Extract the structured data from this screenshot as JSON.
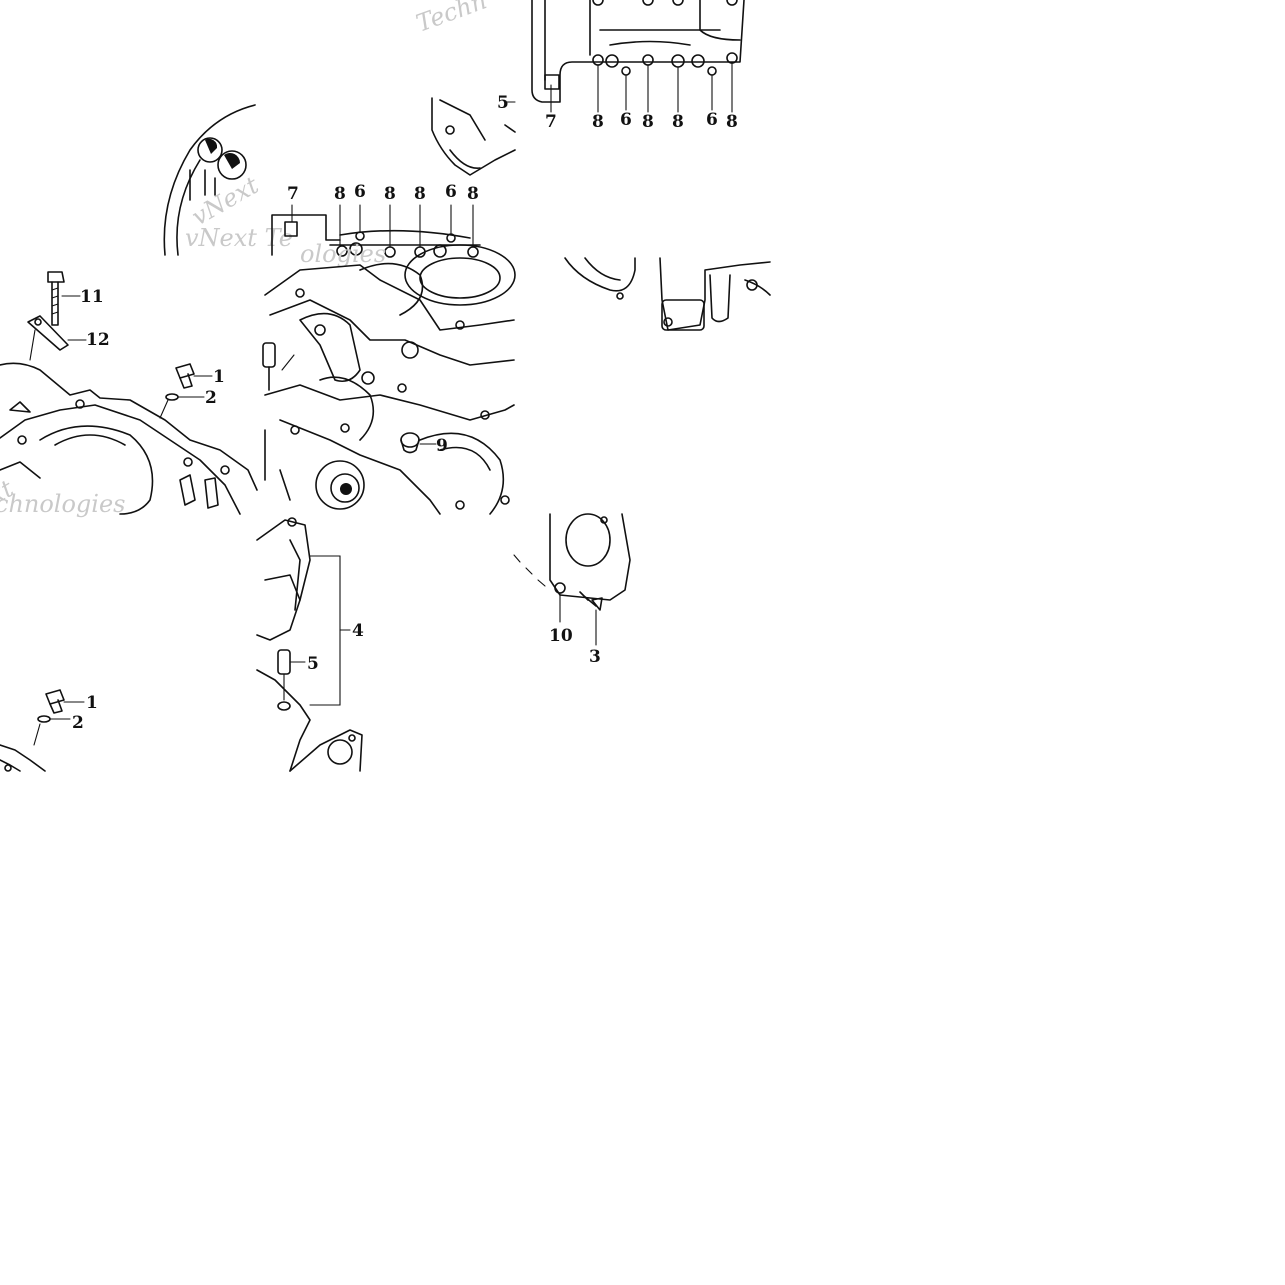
{
  "watermarks": [
    "Techn",
    "vNext Te",
    "vNext",
    "ologies",
    "chnologies",
    "xt"
  ],
  "callouts": {
    "tile_top_right": [
      "7",
      "8",
      "6",
      "8",
      "8",
      "6",
      "8",
      "5"
    ],
    "tile_mid_center_top": [
      "7",
      "8",
      "6",
      "8",
      "8",
      "6",
      "8"
    ],
    "tile_left": [
      "11",
      "12",
      "1",
      "2"
    ],
    "tile_center": [
      "9"
    ],
    "tile_bottom_center": [
      "4",
      "5"
    ],
    "tile_bottom_right": [
      "10",
      "3"
    ],
    "tile_bottom_left": [
      "1",
      "2"
    ]
  }
}
